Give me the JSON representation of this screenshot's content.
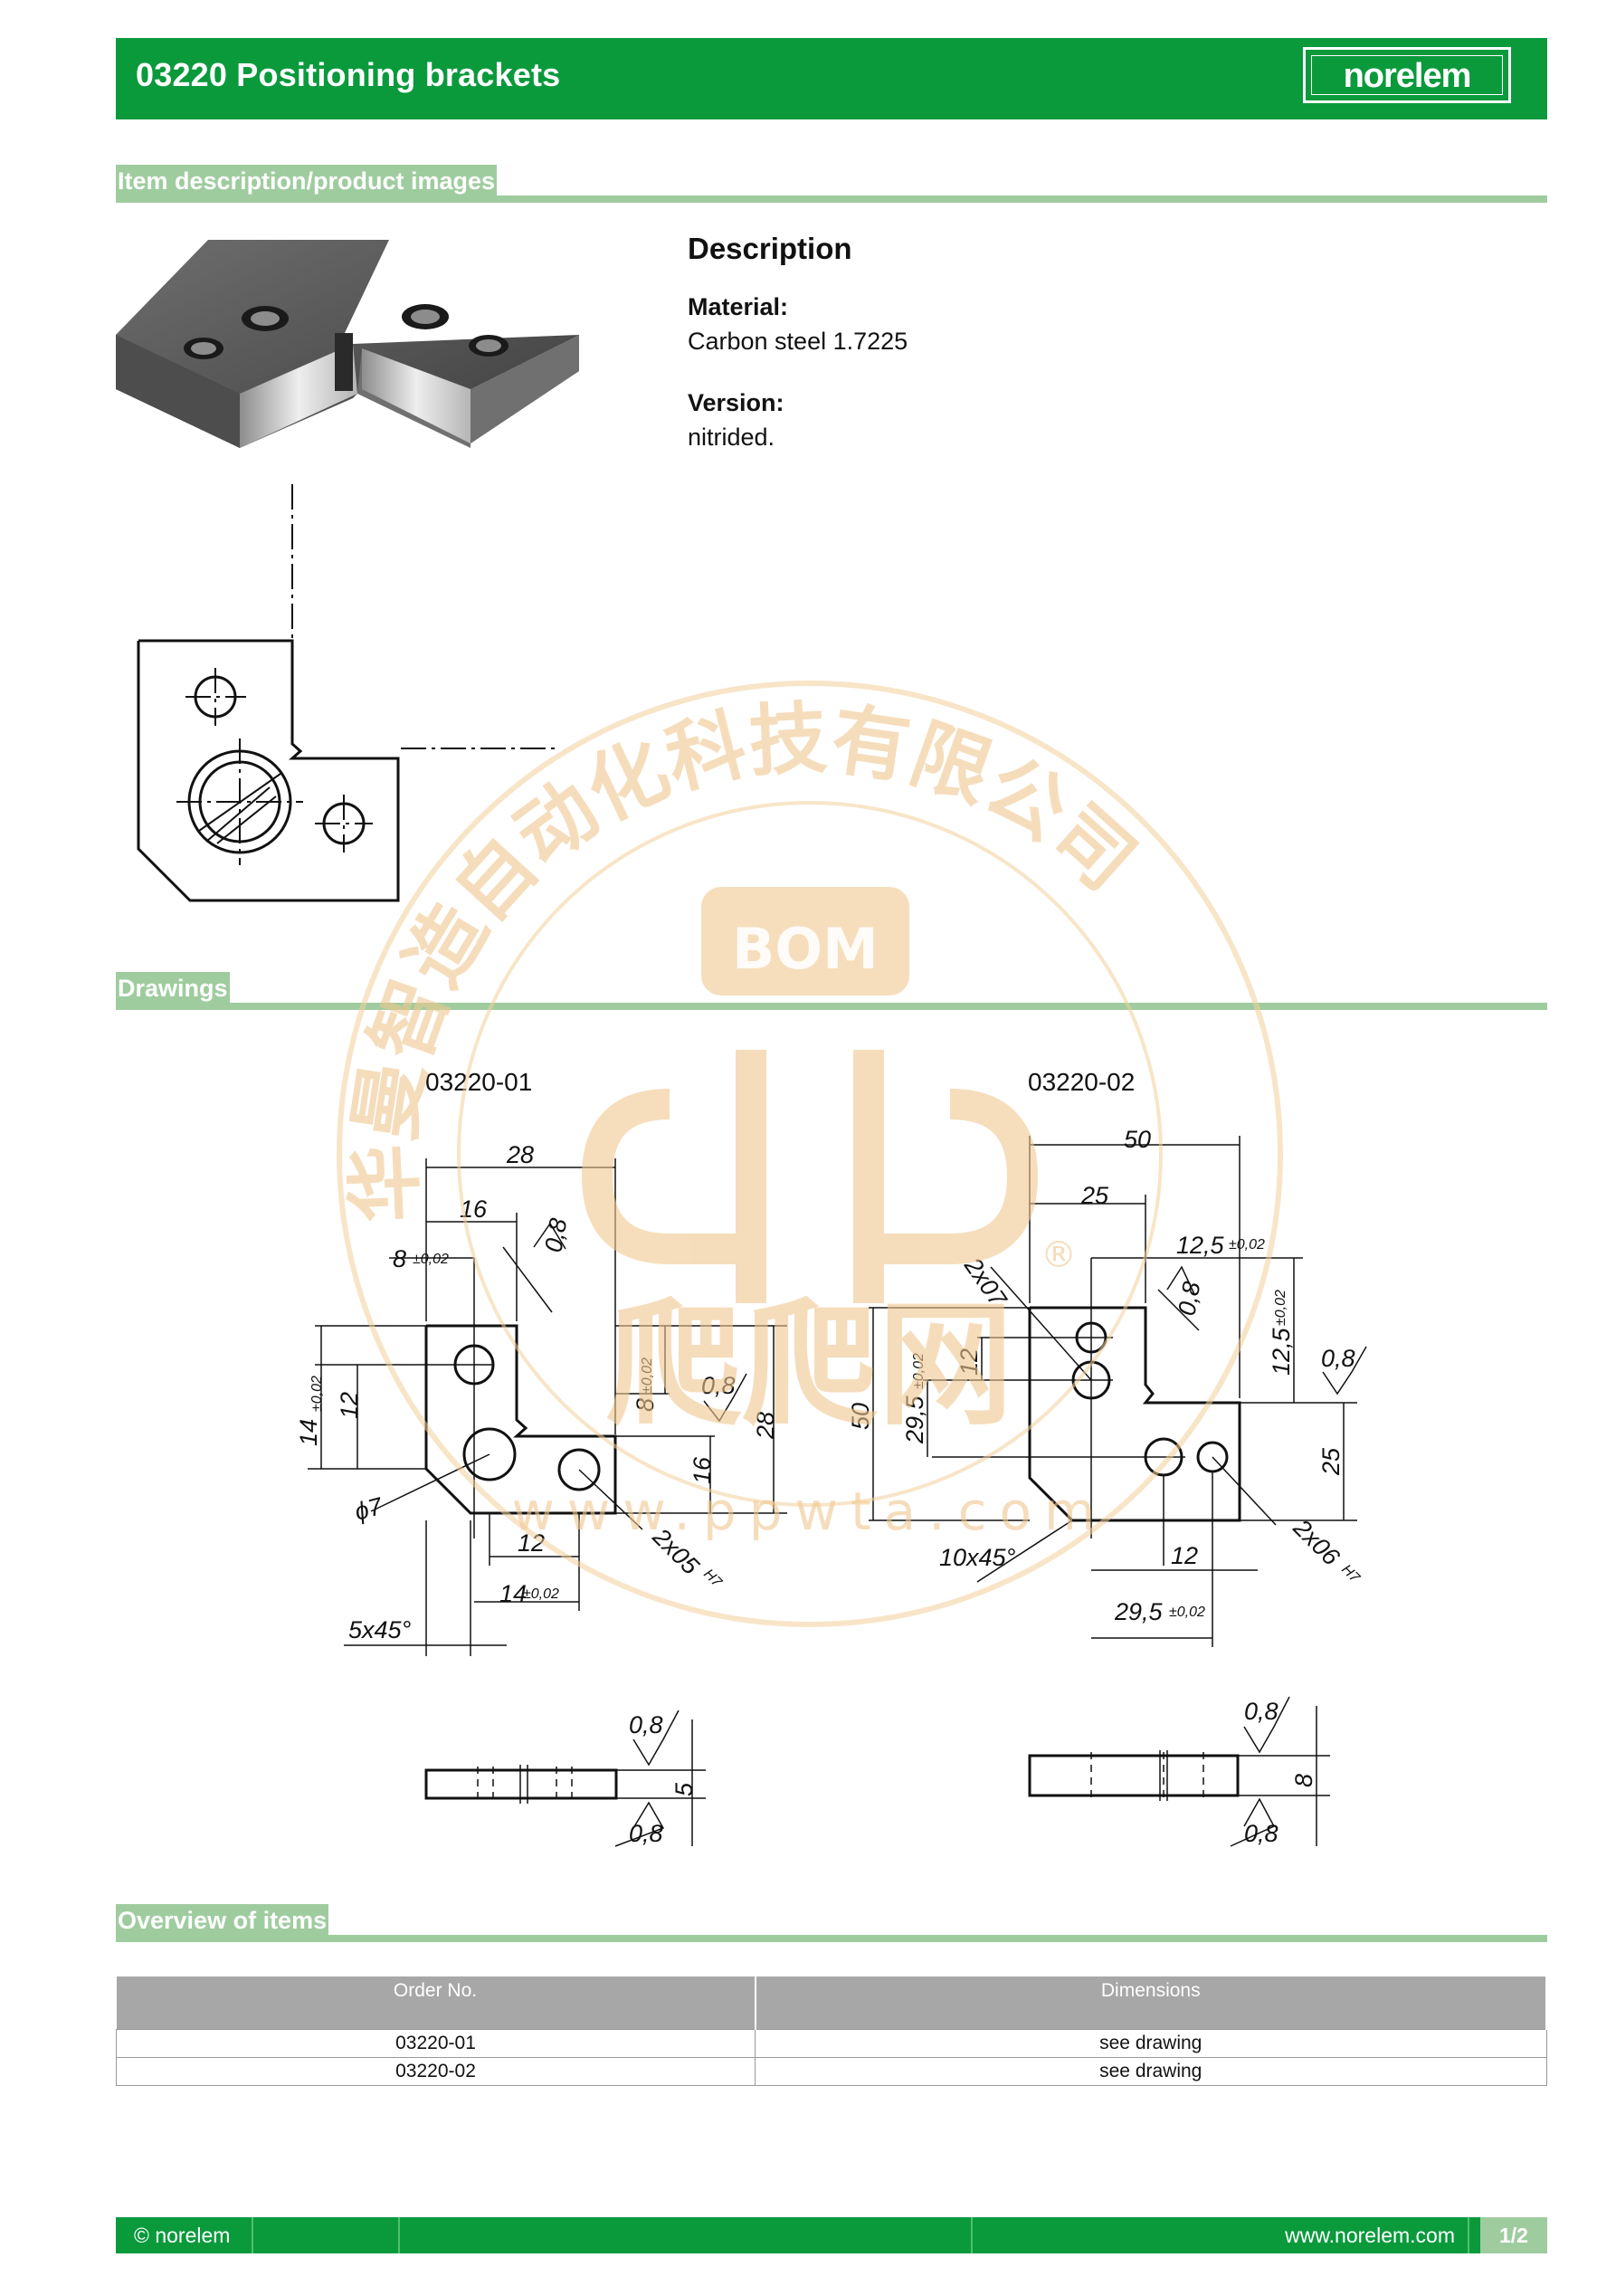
{
  "header": {
    "title": "03220 Positioning brackets",
    "logo": "norelem"
  },
  "sections": {
    "item_description": "Item description/product images",
    "drawings": "Drawings",
    "overview": "Overview of items"
  },
  "description": {
    "heading": "Description",
    "material_label": "Material:",
    "material_value": "Carbon steel 1.7225",
    "version_label": "Version:",
    "version_value": "nitrided."
  },
  "drawings": {
    "left_code": "03220-01",
    "right_code": "03220-02",
    "left_dims": {
      "d28": "28",
      "d16": "16",
      "d8": "8",
      "tol": "±0,02",
      "rough": "0,8",
      "d14": "14",
      "d12": "12",
      "phi7": "ϕ7",
      "chamfer": "5x45°",
      "hole": "2x05",
      "fit": "H7",
      "d8v": "8",
      "d16v": "16",
      "d28v": "28",
      "d12b": "12",
      "d14b": "14",
      "thick": "5"
    },
    "right_dims": {
      "d50": "50",
      "d25": "25",
      "d12_5": "12,5",
      "tol": "±0,02",
      "rough": "0,8",
      "hole7": "2x07",
      "d50v": "50",
      "d29_5": "29,5",
      "d12v": "12",
      "d12_5v": "12,5",
      "d25v": "25",
      "chamfer": "10x45°",
      "d12b": "12",
      "d29_5b": "29,5",
      "hole6": "2x06",
      "fit": "H7",
      "thick": "8"
    }
  },
  "table": {
    "headers": [
      "Order No.",
      "Dimensions"
    ],
    "rows": [
      [
        "03220-01",
        "see drawing"
      ],
      [
        "03220-02",
        "see drawing"
      ]
    ]
  },
  "footer": {
    "copyright": "© norelem",
    "website": "www.norelem.com",
    "page": "1/2"
  },
  "watermark": {
    "company": "华曼智造自动化科技有限公司",
    "badge": "BOM",
    "brand": "爬爬网",
    "url": "www.ppwta.com",
    "mark": "®"
  },
  "colors": {
    "brand_green": "#0a9a3c",
    "section_green": "#9fcc9f",
    "table_header": "#a7a7a7",
    "watermark": "#f0c890"
  }
}
